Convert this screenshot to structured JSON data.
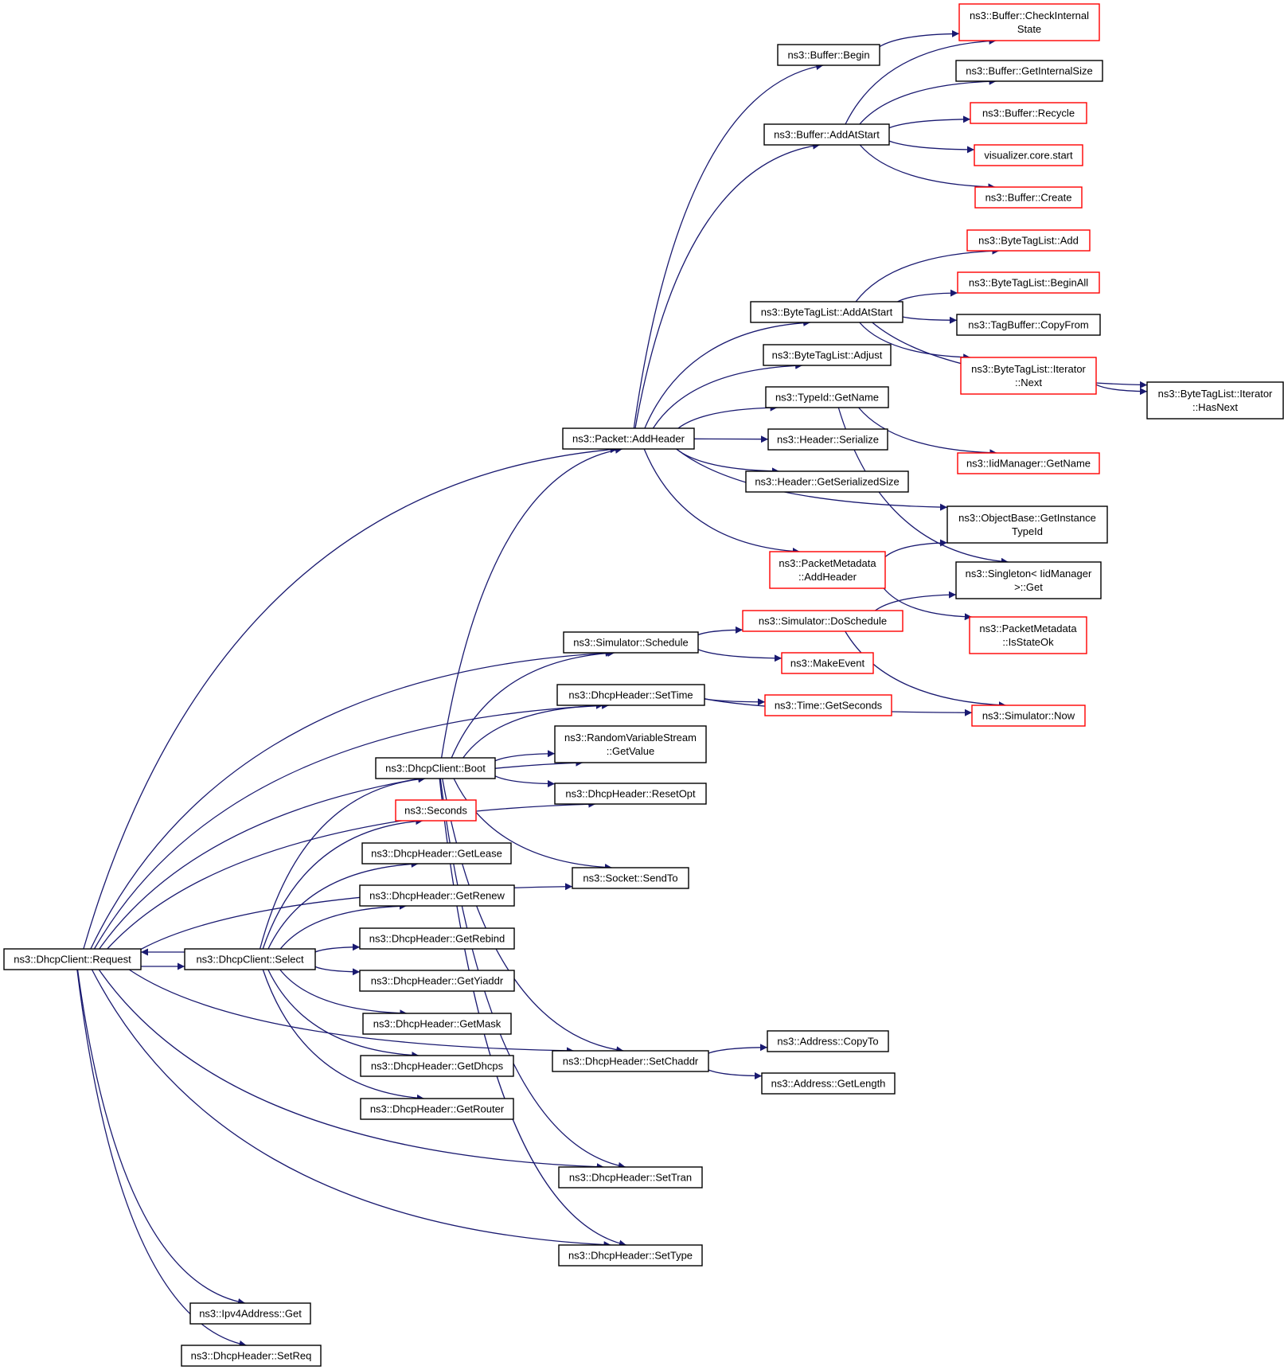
{
  "graph": {
    "colors": {
      "edge": "#191970",
      "root_fill": "#bfbfbf",
      "node_fill": "#ffffff",
      "border_normal": "#000000",
      "border_truncated": "#ff0000"
    },
    "nodes": [
      {
        "id": "request",
        "lines": [
          "ns3::DhcpClient::Request"
        ],
        "style": "root"
      },
      {
        "id": "select",
        "lines": [
          "ns3::DhcpClient::Select"
        ],
        "style": "normal"
      },
      {
        "id": "boot",
        "lines": [
          "ns3::DhcpClient::Boot"
        ],
        "style": "normal"
      },
      {
        "id": "seconds",
        "lines": [
          "ns3::Seconds"
        ],
        "style": "truncated"
      },
      {
        "id": "getlease",
        "lines": [
          "ns3::DhcpHeader::GetLease"
        ],
        "style": "normal"
      },
      {
        "id": "getrenew",
        "lines": [
          "ns3::DhcpHeader::GetRenew"
        ],
        "style": "normal"
      },
      {
        "id": "getrebind",
        "lines": [
          "ns3::DhcpHeader::GetRebind"
        ],
        "style": "normal"
      },
      {
        "id": "getyiaddr",
        "lines": [
          "ns3::DhcpHeader::GetYiaddr"
        ],
        "style": "normal"
      },
      {
        "id": "getmask",
        "lines": [
          "ns3::DhcpHeader::GetMask"
        ],
        "style": "normal"
      },
      {
        "id": "getdhcps",
        "lines": [
          "ns3::DhcpHeader::GetDhcps"
        ],
        "style": "normal"
      },
      {
        "id": "getrouter",
        "lines": [
          "ns3::DhcpHeader::GetRouter"
        ],
        "style": "normal"
      },
      {
        "id": "ipv4get",
        "lines": [
          "ns3::Ipv4Address::Get"
        ],
        "style": "normal"
      },
      {
        "id": "setreq",
        "lines": [
          "ns3::DhcpHeader::SetReq"
        ],
        "style": "normal"
      },
      {
        "id": "addheader",
        "lines": [
          "ns3::Packet::AddHeader"
        ],
        "style": "normal"
      },
      {
        "id": "schedule",
        "lines": [
          "ns3::Simulator::Schedule"
        ],
        "style": "normal"
      },
      {
        "id": "settime",
        "lines": [
          "ns3::DhcpHeader::SetTime"
        ],
        "style": "normal"
      },
      {
        "id": "getvalue",
        "lines": [
          "ns3::RandomVariableStream",
          "::GetValue"
        ],
        "style": "normal"
      },
      {
        "id": "resetopt",
        "lines": [
          "ns3::DhcpHeader::ResetOpt"
        ],
        "style": "normal"
      },
      {
        "id": "sendto",
        "lines": [
          "ns3::Socket::SendTo"
        ],
        "style": "normal"
      },
      {
        "id": "setchaddr",
        "lines": [
          "ns3::DhcpHeader::SetChaddr"
        ],
        "style": "normal"
      },
      {
        "id": "settran",
        "lines": [
          "ns3::DhcpHeader::SetTran"
        ],
        "style": "normal"
      },
      {
        "id": "settype",
        "lines": [
          "ns3::DhcpHeader::SetType"
        ],
        "style": "normal"
      },
      {
        "id": "bufbegin",
        "lines": [
          "ns3::Buffer::Begin"
        ],
        "style": "normal"
      },
      {
        "id": "bufaddatstart",
        "lines": [
          "ns3::Buffer::AddAtStart"
        ],
        "style": "normal"
      },
      {
        "id": "btladdatstart",
        "lines": [
          "ns3::ByteTagList::AddAtStart"
        ],
        "style": "normal"
      },
      {
        "id": "btladjust",
        "lines": [
          "ns3::ByteTagList::Adjust"
        ],
        "style": "normal"
      },
      {
        "id": "typeidgetname",
        "lines": [
          "ns3::TypeId::GetName"
        ],
        "style": "normal"
      },
      {
        "id": "hdrserialize",
        "lines": [
          "ns3::Header::Serialize"
        ],
        "style": "normal"
      },
      {
        "id": "hdrgetsize",
        "lines": [
          "ns3::Header::GetSerializedSize"
        ],
        "style": "normal"
      },
      {
        "id": "pmaddheader",
        "lines": [
          "ns3::PacketMetadata",
          "::AddHeader"
        ],
        "style": "truncated"
      },
      {
        "id": "doschedule",
        "lines": [
          "ns3::Simulator::DoSchedule"
        ],
        "style": "truncated"
      },
      {
        "id": "makeevent",
        "lines": [
          "ns3::MakeEvent"
        ],
        "style": "truncated"
      },
      {
        "id": "timegetseconds",
        "lines": [
          "ns3::Time::GetSeconds"
        ],
        "style": "truncated"
      },
      {
        "id": "addrcopyto",
        "lines": [
          "ns3::Address::CopyTo"
        ],
        "style": "normal"
      },
      {
        "id": "addrgetlength",
        "lines": [
          "ns3::Address::GetLength"
        ],
        "style": "normal"
      },
      {
        "id": "bufcheck",
        "lines": [
          "ns3::Buffer::CheckInternal",
          "State"
        ],
        "style": "truncated"
      },
      {
        "id": "bufgetinternal",
        "lines": [
          "ns3::Buffer::GetInternalSize"
        ],
        "style": "normal"
      },
      {
        "id": "bufrecycle",
        "lines": [
          "ns3::Buffer::Recycle"
        ],
        "style": "truncated"
      },
      {
        "id": "vizstart",
        "lines": [
          "visualizer.core.start"
        ],
        "style": "truncated"
      },
      {
        "id": "bufcreate",
        "lines": [
          "ns3::Buffer::Create"
        ],
        "style": "truncated"
      },
      {
        "id": "btladd",
        "lines": [
          "ns3::ByteTagList::Add"
        ],
        "style": "truncated"
      },
      {
        "id": "btlbeginall",
        "lines": [
          "ns3::ByteTagList::BeginAll"
        ],
        "style": "truncated"
      },
      {
        "id": "tagbufcopy",
        "lines": [
          "ns3::TagBuffer::CopyFrom"
        ],
        "style": "normal"
      },
      {
        "id": "btlitnext",
        "lines": [
          "ns3::ByteTagList::Iterator",
          "::Next"
        ],
        "style": "truncated"
      },
      {
        "id": "btlithasnext",
        "lines": [
          "ns3::ByteTagList::Iterator",
          "::HasNext"
        ],
        "style": "normal"
      },
      {
        "id": "iidgetname",
        "lines": [
          "ns3::IidManager::GetName"
        ],
        "style": "truncated"
      },
      {
        "id": "objgetinst",
        "lines": [
          "ns3::ObjectBase::GetInstance",
          "TypeId"
        ],
        "style": "normal"
      },
      {
        "id": "singletonget",
        "lines": [
          "ns3::Singleton< IidManager",
          ">::Get"
        ],
        "style": "normal"
      },
      {
        "id": "pmisstateok",
        "lines": [
          "ns3::PacketMetadata",
          "::IsStateOk"
        ],
        "style": "truncated"
      },
      {
        "id": "simnow",
        "lines": [
          "ns3::Simulator::Now"
        ],
        "style": "truncated"
      }
    ],
    "edges": [
      [
        "request",
        "select"
      ],
      [
        "select",
        "request"
      ],
      [
        "request",
        "addheader"
      ],
      [
        "request",
        "schedule"
      ],
      [
        "request",
        "settime"
      ],
      [
        "request",
        "getvalue"
      ],
      [
        "request",
        "resetopt"
      ],
      [
        "request",
        "sendto"
      ],
      [
        "request",
        "setchaddr"
      ],
      [
        "request",
        "settran"
      ],
      [
        "request",
        "settype"
      ],
      [
        "request",
        "ipv4get"
      ],
      [
        "request",
        "setreq"
      ],
      [
        "select",
        "boot"
      ],
      [
        "select",
        "seconds"
      ],
      [
        "select",
        "getlease"
      ],
      [
        "select",
        "getrenew"
      ],
      [
        "select",
        "getrebind"
      ],
      [
        "select",
        "getyiaddr"
      ],
      [
        "select",
        "getmask"
      ],
      [
        "select",
        "getdhcps"
      ],
      [
        "select",
        "getrouter"
      ],
      [
        "boot",
        "addheader"
      ],
      [
        "boot",
        "schedule"
      ],
      [
        "boot",
        "settime"
      ],
      [
        "boot",
        "getvalue"
      ],
      [
        "boot",
        "resetopt"
      ],
      [
        "boot",
        "sendto"
      ],
      [
        "boot",
        "setchaddr"
      ],
      [
        "boot",
        "settran"
      ],
      [
        "boot",
        "settype"
      ],
      [
        "addheader",
        "bufbegin"
      ],
      [
        "addheader",
        "bufaddatstart"
      ],
      [
        "addheader",
        "btladdatstart"
      ],
      [
        "addheader",
        "btladjust"
      ],
      [
        "addheader",
        "typeidgetname"
      ],
      [
        "addheader",
        "hdrserialize"
      ],
      [
        "addheader",
        "hdrgetsize"
      ],
      [
        "addheader",
        "objgetinst"
      ],
      [
        "addheader",
        "pmaddheader"
      ],
      [
        "bufbegin",
        "bufcheck"
      ],
      [
        "bufaddatstart",
        "bufcheck"
      ],
      [
        "bufaddatstart",
        "bufgetinternal"
      ],
      [
        "bufaddatstart",
        "bufrecycle"
      ],
      [
        "bufaddatstart",
        "vizstart"
      ],
      [
        "bufaddatstart",
        "bufcreate"
      ],
      [
        "btladdatstart",
        "btladd"
      ],
      [
        "btladdatstart",
        "btlbeginall"
      ],
      [
        "btladdatstart",
        "tagbufcopy"
      ],
      [
        "btladdatstart",
        "btlitnext"
      ],
      [
        "btladdatstart",
        "btlithasnext"
      ],
      [
        "btlitnext",
        "btlithasnext"
      ],
      [
        "typeidgetname",
        "iidgetname"
      ],
      [
        "typeidgetname",
        "singletonget"
      ],
      [
        "pmaddheader",
        "objgetinst"
      ],
      [
        "pmaddheader",
        "pmisstateok"
      ],
      [
        "schedule",
        "doschedule"
      ],
      [
        "schedule",
        "makeevent"
      ],
      [
        "doschedule",
        "singletonget"
      ],
      [
        "doschedule",
        "simnow"
      ],
      [
        "settime",
        "timegetseconds"
      ],
      [
        "settime",
        "simnow"
      ],
      [
        "setchaddr",
        "addrcopyto"
      ],
      [
        "setchaddr",
        "addrgetlength"
      ]
    ]
  }
}
